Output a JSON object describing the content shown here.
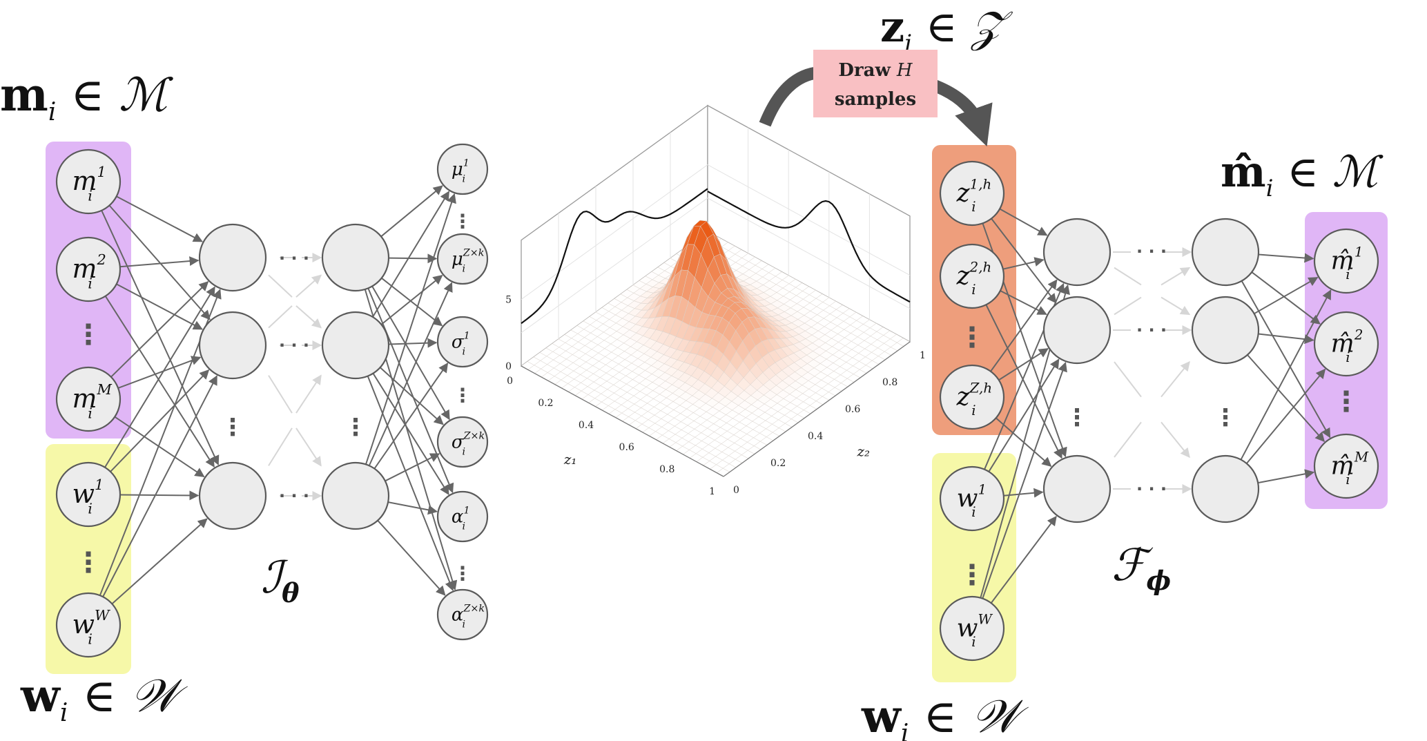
{
  "colors": {
    "purple_group": "#e0b6f6",
    "yellow_group": "#f6f8a8",
    "orange_group": "#ee9e7c",
    "draw_box": "#f9c0c3",
    "node_fill": "#ececec",
    "edge": "#666666",
    "surface_peak": "#ea5a14"
  },
  "labels": {
    "m_set": {
      "base": "m",
      "sub": "i",
      "rel": " ∈ ",
      "set": "ℳ"
    },
    "w_set_left": {
      "base": "w",
      "sub": "i",
      "rel": " ∈ ",
      "set": "𝒲"
    },
    "w_set_right": {
      "base": "w",
      "sub": "i",
      "rel": " ∈ ",
      "set": "𝒲"
    },
    "z_set": {
      "base": "z",
      "sub": "i",
      "rel": " ∈ ",
      "set": "𝒵"
    },
    "mhat_set": {
      "base": "m̂",
      "sub": "i",
      "rel": " ∈ ",
      "set": "ℳ"
    },
    "encoder": {
      "base": "ℐ",
      "sub": "θ"
    },
    "decoder": {
      "base": "ℱ",
      "sub": "ϕ"
    }
  },
  "draw_box": {
    "line1_word": "Draw",
    "line1_var": "H",
    "line2": "samples"
  },
  "inputs_left": [
    {
      "base": "m",
      "sup": "1",
      "sub": "i"
    },
    {
      "base": "m",
      "sup": "2",
      "sub": "i"
    },
    {
      "base": "m",
      "sup": "M",
      "sub": "i"
    },
    {
      "base": "w",
      "sup": "1",
      "sub": "i"
    },
    {
      "base": "w",
      "sup": "W",
      "sub": "i"
    }
  ],
  "outputs_encoder": [
    {
      "base": "μ",
      "sup": "1",
      "sub": "i"
    },
    {
      "base": "μ",
      "sup": "Z×k",
      "sub": "i"
    },
    {
      "base": "σ",
      "sup": "1",
      "sub": "i"
    },
    {
      "base": "σ",
      "sup": "Z×k",
      "sub": "i"
    },
    {
      "base": "α",
      "sup": "1",
      "sub": "i"
    },
    {
      "base": "α",
      "sup": "Z×k",
      "sub": "i"
    }
  ],
  "inputs_right": [
    {
      "base": "z",
      "sup": "1,h",
      "sub": "i"
    },
    {
      "base": "z",
      "sup": "2,h",
      "sub": "i"
    },
    {
      "base": "z",
      "sup": "Z,h",
      "sub": "i"
    },
    {
      "base": "w",
      "sup": "1",
      "sub": "i"
    },
    {
      "base": "w",
      "sup": "W",
      "sub": "i"
    }
  ],
  "outputs_decoder": [
    {
      "base": "m̂",
      "sup": "1",
      "sub": "i"
    },
    {
      "base": "m̂",
      "sup": "2",
      "sub": "i"
    },
    {
      "base": "m̂",
      "sup": "M",
      "sub": "i"
    }
  ],
  "ellipsis": {
    "horizontal": "· · ·",
    "vertical": "⋮"
  },
  "plot3d": {
    "z_ticks": [
      "0",
      "5"
    ],
    "x_label": "z₁",
    "x_ticks": [
      "0",
      "0.2",
      "0.4",
      "0.6",
      "0.8",
      "1"
    ],
    "y_label": "z₂",
    "y_ticks": [
      "0",
      "0.2",
      "0.4",
      "0.6",
      "0.8",
      "1"
    ]
  }
}
